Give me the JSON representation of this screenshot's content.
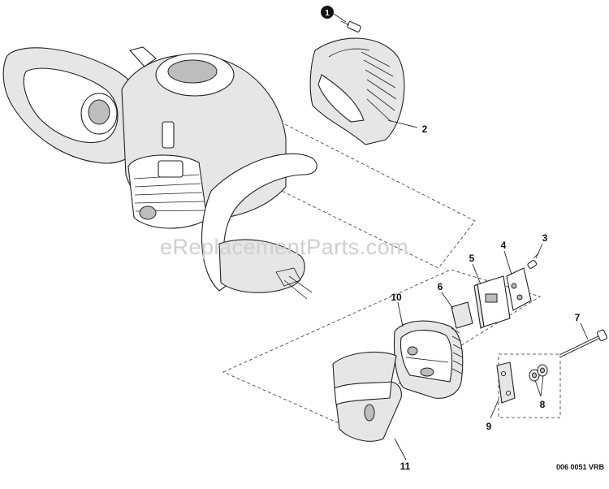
{
  "watermark": "eReplacementParts.com",
  "reference_code": "006 0051 VRB",
  "callouts": [
    {
      "id": "1",
      "label": "1"
    },
    {
      "id": "2",
      "label": "2"
    },
    {
      "id": "3",
      "label": "3"
    },
    {
      "id": "4",
      "label": "4"
    },
    {
      "id": "5",
      "label": "5"
    },
    {
      "id": "6",
      "label": "6"
    },
    {
      "id": "7",
      "label": "7"
    },
    {
      "id": "8",
      "label": "8"
    },
    {
      "id": "9",
      "label": "9"
    },
    {
      "id": "10",
      "label": "10"
    },
    {
      "id": "11",
      "label": "11"
    }
  ]
}
